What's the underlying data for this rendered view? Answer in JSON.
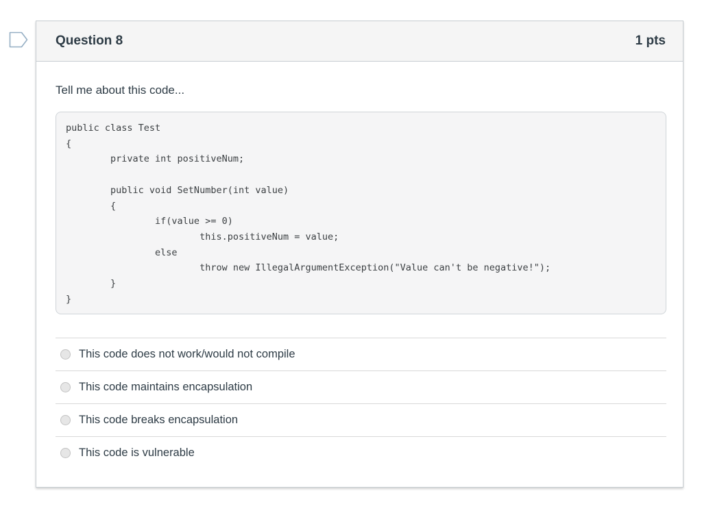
{
  "header": {
    "title": "Question 8",
    "points": "1 pts"
  },
  "question": {
    "prompt": "Tell me about this code...",
    "code": "public class Test\n{\n        private int positiveNum;\n\n        public void SetNumber(int value)\n        {\n                if(value >= 0)\n                        this.positiveNum = value;\n                else\n                        throw new IllegalArgumentException(\"Value can't be negative!\");\n        }\n}"
  },
  "answers": {
    "options": [
      {
        "label": "This code does not work/would not compile",
        "selected": false
      },
      {
        "label": "This code maintains encapsulation",
        "selected": false
      },
      {
        "label": "This code breaks encapsulation",
        "selected": false
      },
      {
        "label": "This code is vulnerable",
        "selected": false
      }
    ]
  },
  "icons": {
    "flag": "flag-question-bookmark-outline"
  },
  "colors": {
    "panel_border": "#c7cdd1",
    "header_bg": "#f5f5f5",
    "text": "#2d3b45",
    "code_bg": "#f5f5f6",
    "divider": "#d8d8d8",
    "flag_stroke": "#94aec4",
    "radio_fill": "#e6e6e6",
    "radio_border": "#c2c2c2"
  }
}
